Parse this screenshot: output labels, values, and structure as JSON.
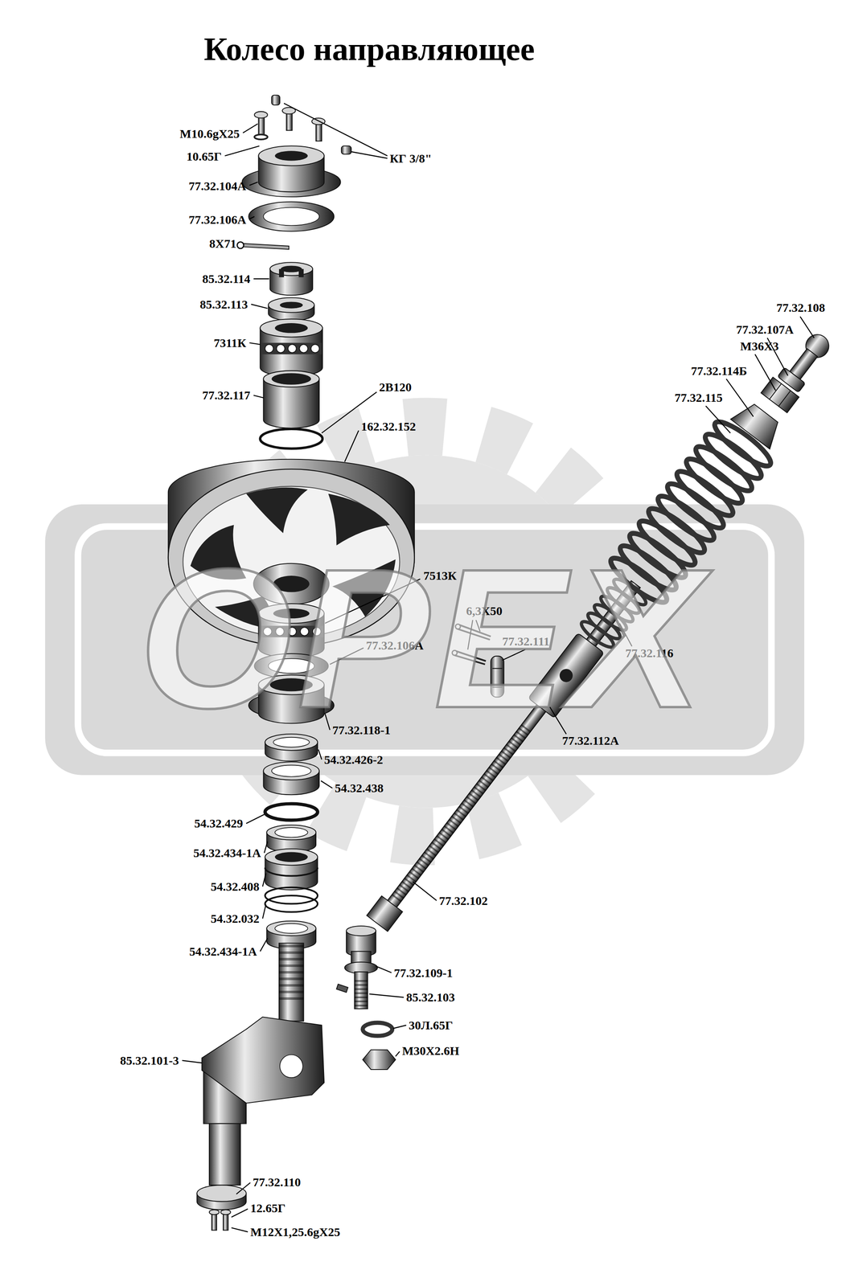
{
  "diagram": {
    "title": "Колесо направляющее",
    "labels": [
      "М10.6gХ25",
      "10.65Г",
      "КГ 3/8\"",
      "77.32.104А",
      "77.32.106А",
      "8Х71",
      "85.32.114",
      "85.32.113",
      "7311К",
      "77.32.117",
      "2В120",
      "162.32.152",
      "77.32.108",
      "77.32.107А",
      "М36Х3",
      "77.32.114Б",
      "77.32.115",
      "7513К",
      "6,3Х50",
      "77.32.111",
      "77.32.106А",
      "77.32.116",
      "77.32.112А",
      "77.32.118-1",
      "54.32.426-2",
      "54.32.438",
      "54.32.429",
      "54.32.434-1А",
      "54.32.408",
      "77.32.102",
      "54.32.032",
      "54.32.434-1А",
      "77.32.109-1",
      "85.32.103",
      "30Л.65Г",
      "М30Х2.6Н",
      "85.32.101-3",
      "77.32.110",
      "12.65Г",
      "М12Х1,25.6gХ25",
      "ОРЕХ"
    ]
  }
}
